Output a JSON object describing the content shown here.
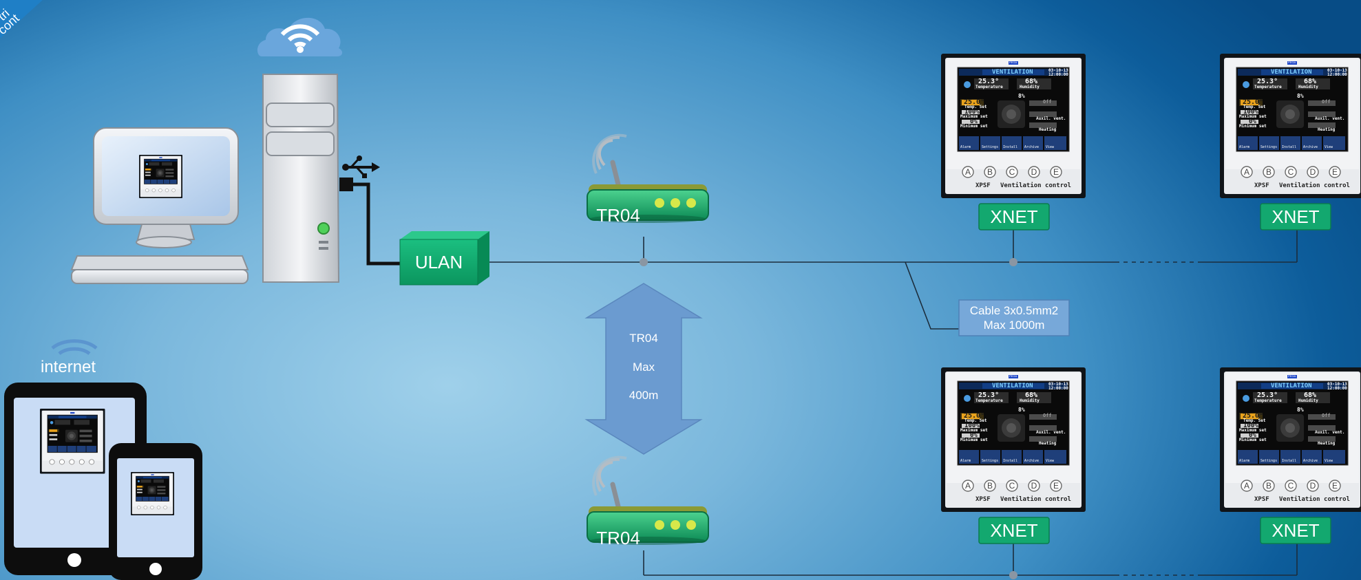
{
  "corner_banner": {
    "lines": [
      "tri",
      "cont"
    ]
  },
  "devices": {
    "ulan_label": "ULAN",
    "internet_label": "internet",
    "router_top": "TR04",
    "router_bottom": "TR04",
    "xnet_labels": [
      "XNET",
      "XNET",
      "XNET",
      "XNET"
    ]
  },
  "range": {
    "line1": "TR04",
    "line2": "Max",
    "line3": "400m"
  },
  "cable_note": {
    "line1": "Cable 3x0.5mm2",
    "line2": "Max 1000m"
  },
  "controller": {
    "brand": "PEGA",
    "screen_title": "VENTILATION",
    "date": "03-10-13",
    "time": "12:00:00",
    "temperature_value": "25.3°",
    "temperature_label": "Temperature",
    "humidity_value": "68%",
    "humidity_label": "Humidity",
    "set_value": "25.0°",
    "set_label": "Temp. Set",
    "max_value": "100%",
    "max_label": "Maximum set",
    "min_value": "0%",
    "min_label": "Minimum set",
    "fan_value": "8%",
    "off_label": "Off",
    "auxil_label": "Auxil. vent.",
    "heating_label": "Heating",
    "menu": [
      "Alarm",
      "Settings",
      "Install",
      "Archive",
      "View"
    ],
    "keys": [
      "A",
      "B",
      "C",
      "D",
      "E"
    ],
    "model": "XPSF",
    "model_desc": "Ventilation control"
  },
  "colors": {
    "accent_green": "#13a86f",
    "arrow_blue": "#6b9bd0",
    "note_blue": "#77a8d9",
    "wire": "#1c2d3c"
  }
}
